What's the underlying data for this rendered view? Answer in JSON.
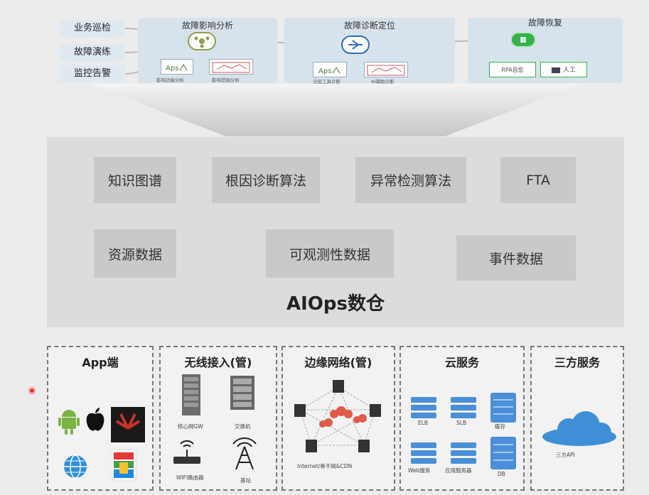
{
  "flow": {
    "sources": [
      "业务巡检",
      "故障演练",
      "监控告警"
    ],
    "stages": [
      {
        "title": "故障影响分析",
        "subs": [
          "影响功能分析",
          "影响范围分析"
        ]
      },
      {
        "title": "故障诊断定位",
        "subs": [
          "分层工具诊断",
          "AI辅助诊断"
        ]
      },
      {
        "title": "故障恢复",
        "subs": [
          "RPA自愈",
          "人工"
        ]
      }
    ]
  },
  "aiops": {
    "title": "AIOps数仓",
    "row1": [
      "知识图谱",
      "根因诊断算法",
      "异常检测算法",
      "FTA"
    ],
    "row2": [
      "资源数据",
      "可观测性数据",
      "事件数据"
    ]
  },
  "panels": {
    "app": {
      "title": "App端"
    },
    "wireless": {
      "title": "无线接入(管)",
      "items": [
        "核心网GW",
        "交换机",
        "WIFI路由器",
        "基站"
      ]
    },
    "edge": {
      "title": "边缘网络(管)",
      "caption": "Internet/骨干网&CDN"
    },
    "cloud": {
      "title": "云服务",
      "items": [
        "ELB",
        "SLB",
        "缓存",
        "Web服务",
        "应用服务器",
        "DB"
      ]
    },
    "third": {
      "title": "三方服务",
      "caption": "三方API"
    }
  },
  "colors": {
    "hubGreen": "#8ea04a",
    "hubBlue": "#2e6fbf",
    "recoverGreen": "#35b24a",
    "serverBlue": "#4a8fd8"
  }
}
